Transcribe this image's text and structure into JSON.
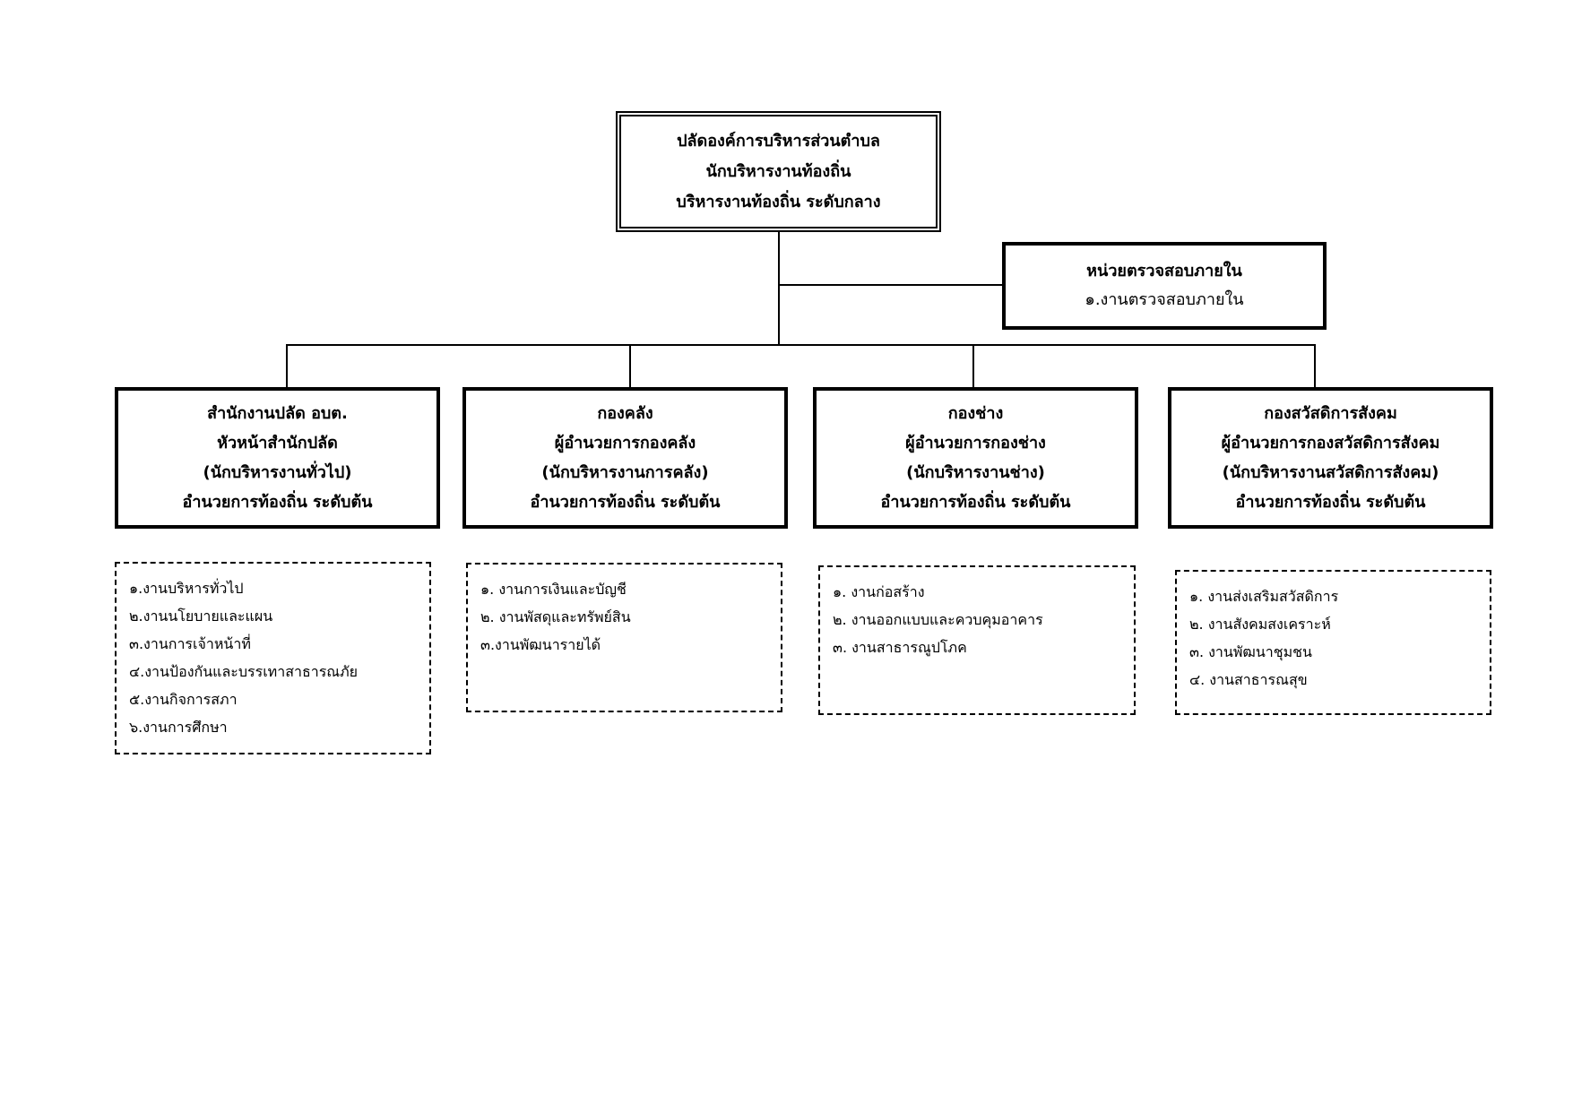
{
  "top": {
    "lines": [
      "ปลัดองค์การบริหารส่วนตำบล",
      "นักบริหารงานท้องถิ่น",
      "บริหารงานท้องถิ่น ระดับกลาง"
    ]
  },
  "audit": {
    "title": "หน่วยตรวจสอบภายใน",
    "item": "๑.งานตรวจสอบภายใน"
  },
  "departments": [
    {
      "lines": [
        "สำนักงานปลัด อบต.",
        "หัวหน้าสำนักปลัด",
        "(นักบริหารงานทั่วไป)",
        "อำนวยการท้องถิ่น ระดับต้น"
      ],
      "tasks": [
        "๑.งานบริหารทั่วไป",
        "๒.งานนโยบายและแผน",
        "๓.งานการเจ้าหน้าที่",
        "๔.งานป้องกันและบรรเทาสาธารณภัย",
        "๕.งานกิจการสภา",
        "๖.งานการศึกษา"
      ]
    },
    {
      "lines": [
        "กองคลัง",
        "ผู้อำนวยการกองคลัง",
        "(นักบริหารงานการคลัง)",
        "อำนวยการท้องถิ่น ระดับต้น"
      ],
      "tasks": [
        "๑. งานการเงินและบัญชี",
        "๒. งานพัสดุและทรัพย์สิน",
        "๓.งานพัฒนารายได้"
      ]
    },
    {
      "lines": [
        "กองช่าง",
        "ผู้อำนวยการกองช่าง",
        "(นักบริหารงานช่าง)",
        "อำนวยการท้องถิ่น ระดับต้น"
      ],
      "tasks": [
        "๑. งานก่อสร้าง",
        "๒. งานออกแบบและควบคุมอาคาร",
        "๓. งานสาธารณูปโภค"
      ]
    },
    {
      "lines": [
        "กองสวัสดิการสังคม",
        "ผู้อำนวยการกองสวัสดิการสังคม",
        "(นักบริหารงานสวัสดิการสังคม)",
        "อำนวยการท้องถิ่น ระดับต้น"
      ],
      "tasks": [
        "๑. งานส่งเสริมสวัสดิการ",
        "๒. งานสังคมสงเคราะห์",
        "๓. งานพัฒนาชุมชน",
        "๔. งานสาธารณสุข"
      ]
    }
  ]
}
